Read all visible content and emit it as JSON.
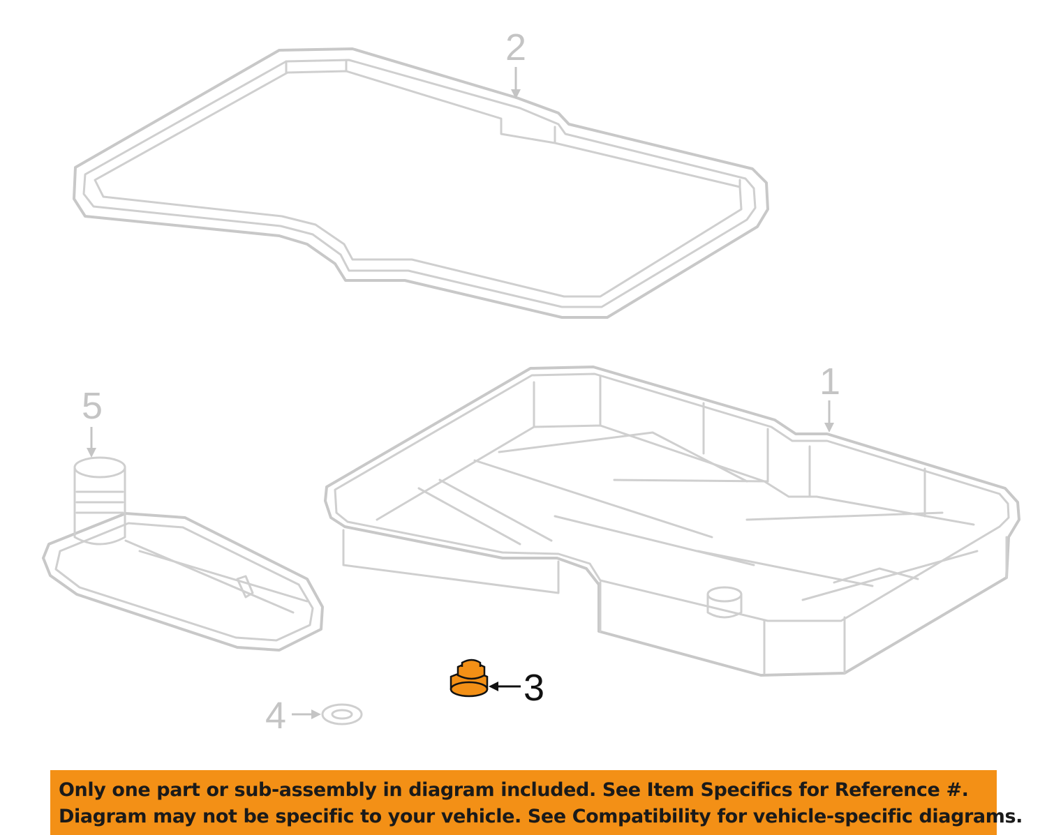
{
  "callouts": {
    "part_1": "1",
    "part_2": "2",
    "part_3": "3",
    "part_4": "4",
    "part_5": "5"
  },
  "highlight_color": "#f39016",
  "part_line_color": "#c8c8c8",
  "disclaimer": {
    "line1": "Only one part or sub-assembly in diagram included. See Item Specifics for Reference #.",
    "line2": "Diagram may not be specific to your vehicle. See Compatibility for vehicle-specific diagrams."
  }
}
